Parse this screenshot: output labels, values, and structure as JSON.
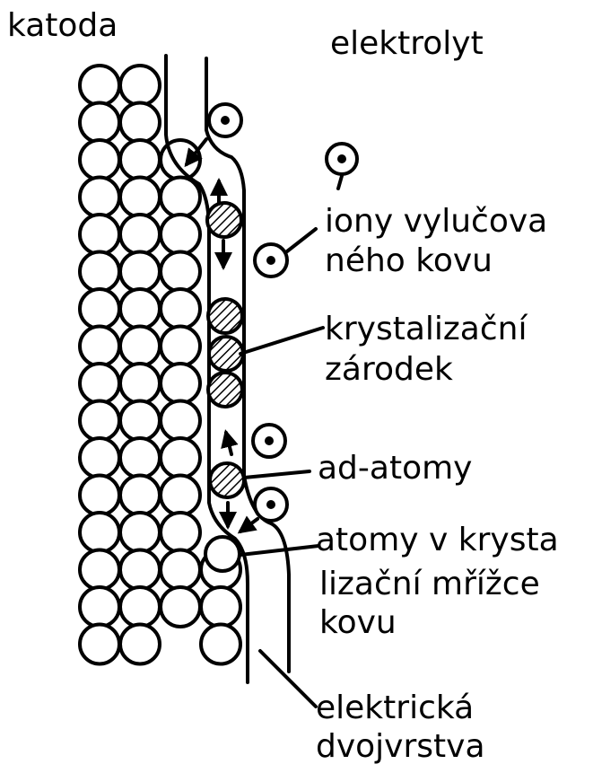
{
  "labels": {
    "cathode": "katoda",
    "electrolyte": "elektrolyt",
    "ions_line1": "iony vylučova",
    "ions_line2": "ného kovu",
    "nucleus_line1": "krystalizační",
    "nucleus_line2": "zárodek",
    "adatoms": "ad-atomy",
    "lattice_line1": "atomy v krysta",
    "lattice_line2": "lizační mřížce",
    "lattice_line3": "kovu",
    "double_layer_line1": "elektrická",
    "double_layer_line2": "dvojvrstva"
  },
  "colors": {
    "ink": "#000000",
    "background": "#ffffff"
  }
}
